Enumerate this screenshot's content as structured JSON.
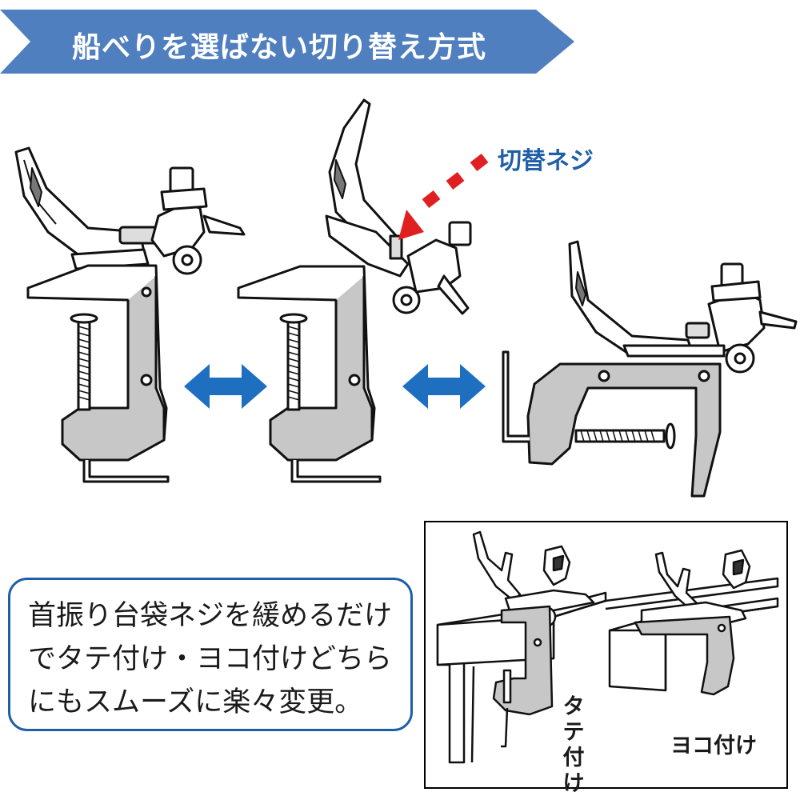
{
  "banner": {
    "title": "船べりを選ばない切り替え方式",
    "color": "#4f7fbf"
  },
  "illustration": {
    "switch_screw_label": "切替ネジ",
    "arrow_color": "#e02020",
    "swap_arrow_color": "#1f6fc0"
  },
  "callout": {
    "text": "首振り台袋ネジを緩めるだけでタテ付け・ヨコ付けどちらにもスムーズに楽々変更。",
    "border_color": "#1f5fa8"
  },
  "inset": {
    "vertical_label": "タテ付け",
    "horizontal_label": "ヨコ付け"
  }
}
